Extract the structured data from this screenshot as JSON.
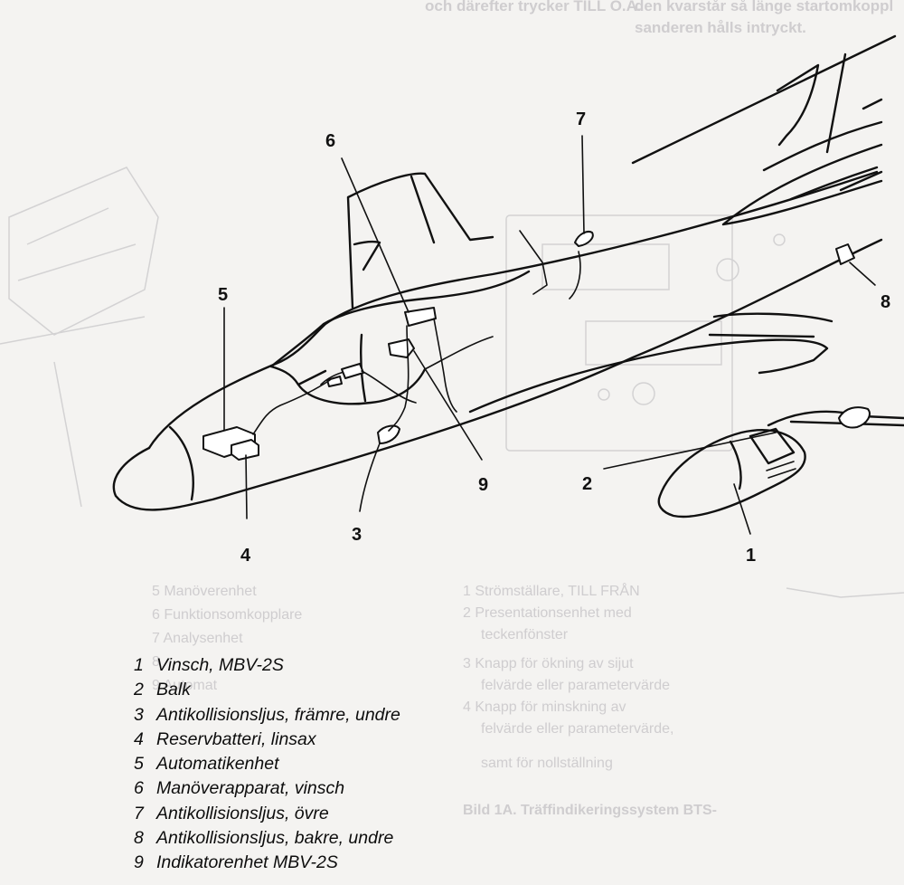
{
  "callouts": [
    "1",
    "2",
    "3",
    "4",
    "5",
    "6",
    "7",
    "8",
    "9"
  ],
  "legend": [
    {
      "num": "1",
      "text": "Vinsch, MBV-2S"
    },
    {
      "num": "2",
      "text": "Balk"
    },
    {
      "num": "3",
      "text": "Antikollisionsljus, främre, undre"
    },
    {
      "num": "4",
      "text": "Reservbatteri, linsax"
    },
    {
      "num": "5",
      "text": "Automatikenhet"
    },
    {
      "num": "6",
      "text": "Manöverapparat, vinsch"
    },
    {
      "num": "7",
      "text": "Antikollisionsljus, övre"
    },
    {
      "num": "8",
      "text": "Antikollisionsljus, bakre, undre"
    },
    {
      "num": "9",
      "text": "Indikatorenhet MBV-2S"
    }
  ],
  "bleed_through": {
    "top_lines": [
      "och därefter trycker TILL O.A.",
      "den kvarstår så länge startomkoppl",
      "sanderen hålls intryckt."
    ],
    "list_left": [
      "5  Manöverenhet",
      "6  Funktionsomkopplare",
      "7  Analysenhet",
      "8",
      "9  Automat"
    ],
    "list_right": [
      "1  Strömställare, TILL FRÅN",
      "2  Presentationsenhet med",
      "teckenfönster",
      "3  Knapp för ökning av sijut",
      "felvärde eller parametervärde",
      "4  Knapp för minskning av",
      "felvärde eller parametervärde,",
      "samt för nollställning"
    ],
    "caption": "Bild 1A.  Träffindikeringssystem BTS-"
  },
  "colors": {
    "ink": "#111111",
    "paper": "#f4f3f1",
    "bleed": "#cfcdcf"
  }
}
